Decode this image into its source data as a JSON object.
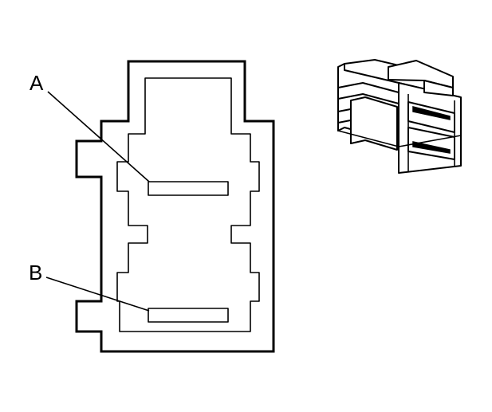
{
  "figure": {
    "callouts": [
      {
        "id": "A",
        "label": "A"
      },
      {
        "id": "B",
        "label": "B"
      }
    ],
    "colors": {
      "line": "#000000",
      "background": "#ffffff"
    }
  }
}
